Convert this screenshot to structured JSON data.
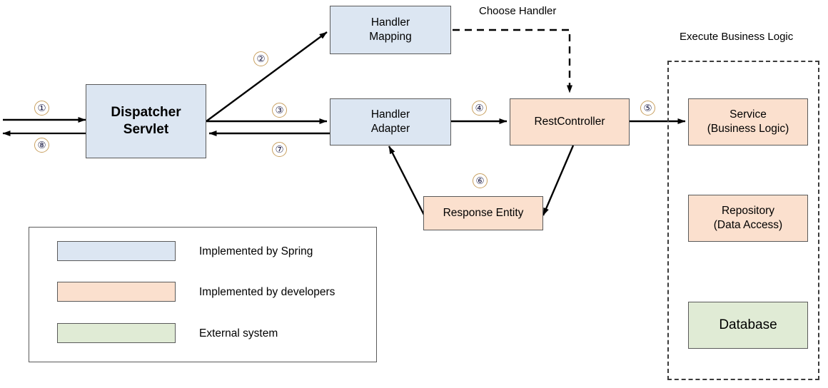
{
  "diagram": {
    "title_labels": [
      {
        "id": "choose-handler",
        "text": "Choose Handler"
      },
      {
        "id": "execute-business-logic",
        "text": "Execute Business Logic"
      }
    ],
    "nodes": {
      "dispatcher_servlet": {
        "label": "Dispatcher\nServlet",
        "kind": "spring"
      },
      "handler_mapping": {
        "label": "Handler\nMapping",
        "kind": "spring"
      },
      "handler_adapter": {
        "label": "Handler\nAdapter",
        "kind": "spring"
      },
      "rest_controller": {
        "label": "RestController",
        "kind": "dev"
      },
      "response_entity": {
        "label": "Response Entity",
        "kind": "dev"
      },
      "service": {
        "label": "Service\n(Business Logic)",
        "kind": "dev"
      },
      "repository": {
        "label": "Repository\n(Data Access)",
        "kind": "dev"
      },
      "database": {
        "label": "Database",
        "kind": "external"
      }
    },
    "steps": [
      {
        "id": "step-1",
        "text": "①"
      },
      {
        "id": "step-2",
        "text": "②"
      },
      {
        "id": "step-3",
        "text": "③"
      },
      {
        "id": "step-4",
        "text": "④"
      },
      {
        "id": "step-5",
        "text": "⑤"
      },
      {
        "id": "step-6",
        "text": "⑥"
      },
      {
        "id": "step-7",
        "text": "⑦"
      },
      {
        "id": "step-8",
        "text": "⑧"
      }
    ]
  },
  "legend": {
    "items": [
      {
        "id": "legend-spring",
        "label": "Implemented by Spring",
        "kind": "spring"
      },
      {
        "id": "legend-dev",
        "label": "Implemented by developers",
        "kind": "dev"
      },
      {
        "id": "legend-external",
        "label": "External system",
        "kind": "external"
      }
    ]
  },
  "colors": {
    "spring_fill": "#dce6f2",
    "developer_fill": "#fbe0ce",
    "external_fill": "#e0ebd5",
    "node_border": "#5a5a5a",
    "arrow": "#000000",
    "step_circle_border": "#c8a060"
  }
}
